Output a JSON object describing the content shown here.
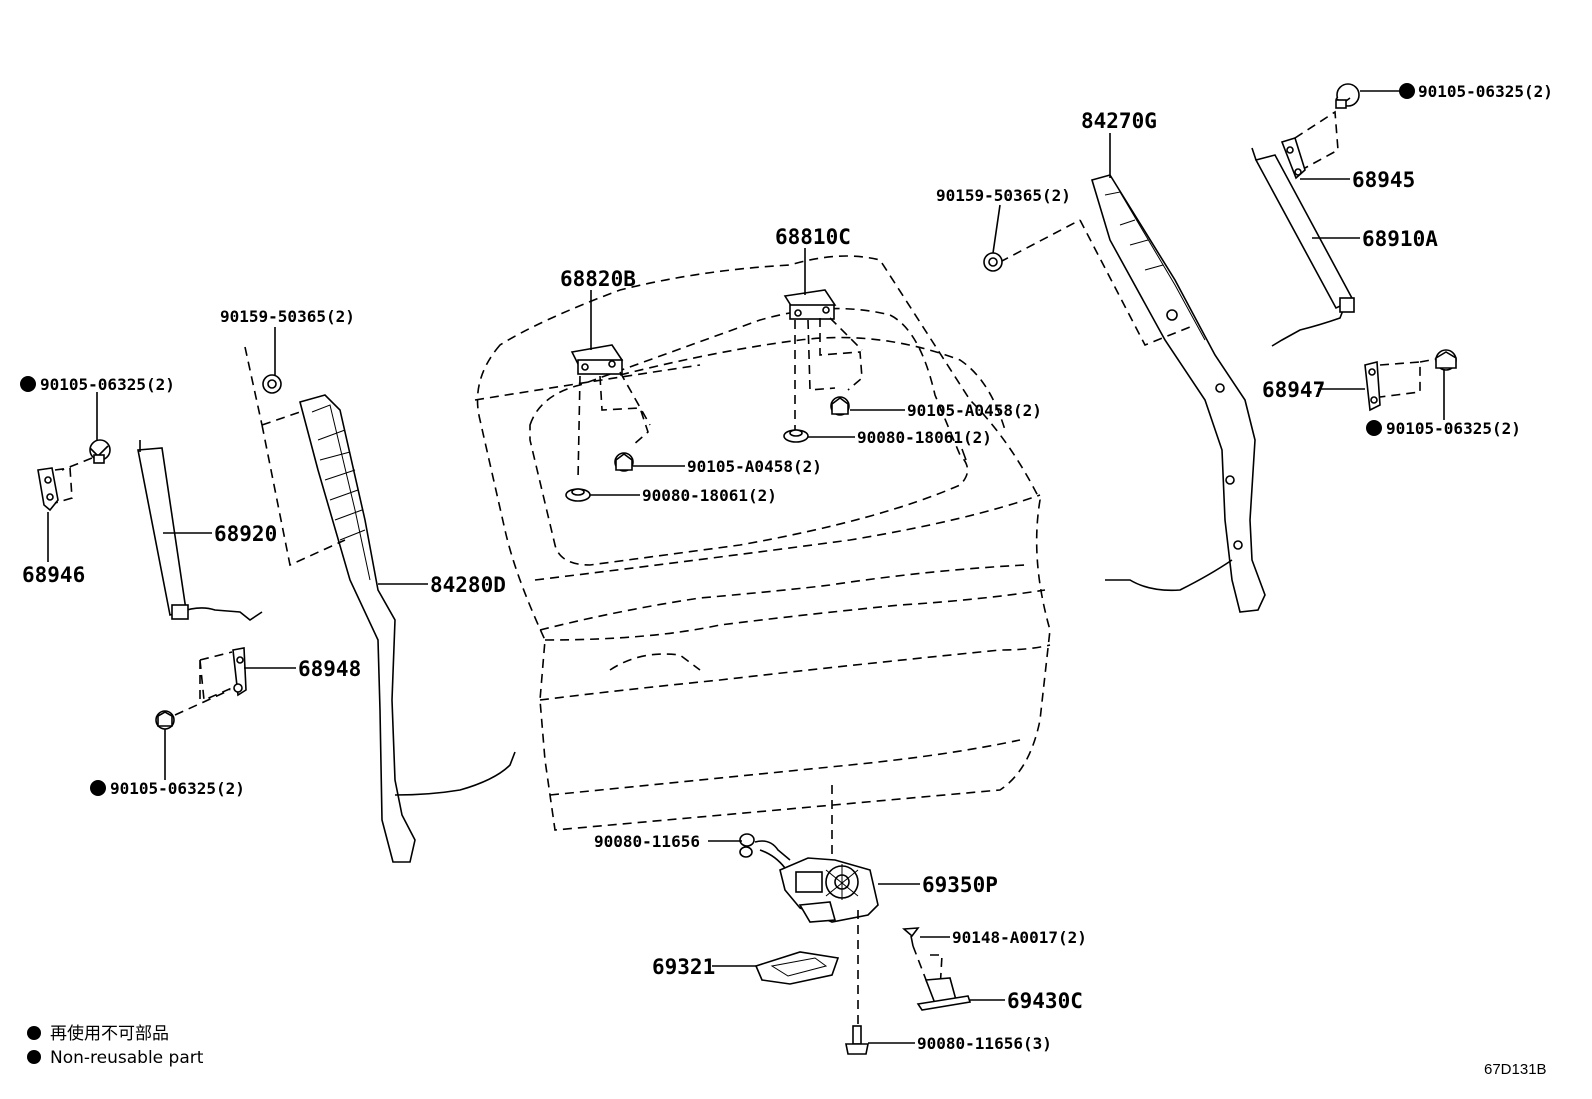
{
  "labels": {
    "p84270G": "84270G",
    "p90105_tr": "90105-06325(2)",
    "p90159_tr": "90159-50365(2)",
    "p68945": "68945",
    "p68910A": "68910A",
    "p68810C": "68810C",
    "p68820B": "68820B",
    "p90159_l": "90159-50365(2)",
    "p90105_l": "90105-06325(2)",
    "p68946": "68946",
    "p68920": "68920",
    "p84280D": "84280D",
    "p68948": "68948",
    "p90105_bl": "90105-06325(2)",
    "p90105_A0458_c": "90105-A0458(2)",
    "p90080_18061_c": "90080-18061(2)",
    "p90105_A0458_l": "90105-A0458(2)",
    "p90080_18061_l": "90080-18061(2)",
    "p68947": "68947",
    "p90105_r": "90105-06325(2)",
    "p90080_11656": "90080-11656",
    "p69350P": "69350P",
    "p90148": "90148-A0017(2)",
    "p69321": "69321",
    "p69430C": "69430C",
    "p90080_11656_3": "90080-11656(3)"
  },
  "legend": {
    "line1": "再使用不可部品",
    "line2": "Non-reusable part"
  },
  "diagram_code": "67D131B"
}
